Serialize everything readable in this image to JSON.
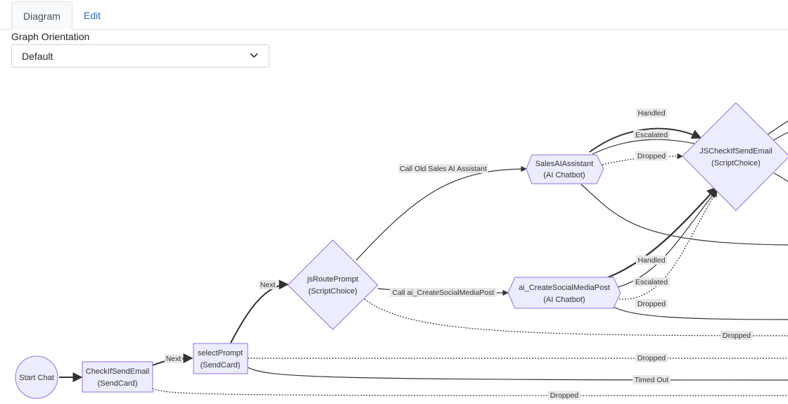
{
  "tabs": [
    {
      "label": "Diagram",
      "active": true
    },
    {
      "label": "Edit",
      "active": false
    }
  ],
  "orientation": {
    "label": "Graph Orientation",
    "selected": "Default"
  },
  "colors": {
    "node_fill": "#ececff",
    "node_stroke": "#9370db",
    "edge": "#333333",
    "label_bg": "#e8e8e8",
    "link": "#2a6db5"
  },
  "nodes": {
    "start": {
      "label": "Start Chat"
    },
    "check_send_email": {
      "line1": "CheckIfSendEmail",
      "line2": "(SendCard)"
    },
    "select_prompt": {
      "line1": "selectPrompt",
      "line2": "(SendCard)"
    },
    "js_route_prompt": {
      "line1": "jsRoutePrompt",
      "line2": "(ScriptChoice)"
    },
    "sales_ai_assistant": {
      "line1": "SalesAIAssistant",
      "line2": "(AI Chatbot)"
    },
    "ai_create_social": {
      "line1": "ai_CreateSocialMediaPost",
      "line2": "(AI Chatbot)"
    },
    "js_check_send_email": {
      "line1": "JSCheckIfSendEmail",
      "line2": "(ScriptChoice)"
    }
  },
  "edge_labels": {
    "next_1": "Next",
    "next_2": "Next",
    "call_old_sales": "Call Old Sales AI Assistant",
    "call_ai_social": "Call ai_CreateSocialMediaPost",
    "handled_1": "Handled",
    "escalated_1": "Escalated",
    "dropped_1": "Dropped",
    "handled_2": "Handled",
    "escalated_2": "Escalated",
    "dropped_2": "Dropped",
    "dropped_route": "Dropped",
    "dropped_select": "Dropped",
    "timed_out": "Timed Out",
    "dropped_check": "Dropped"
  }
}
